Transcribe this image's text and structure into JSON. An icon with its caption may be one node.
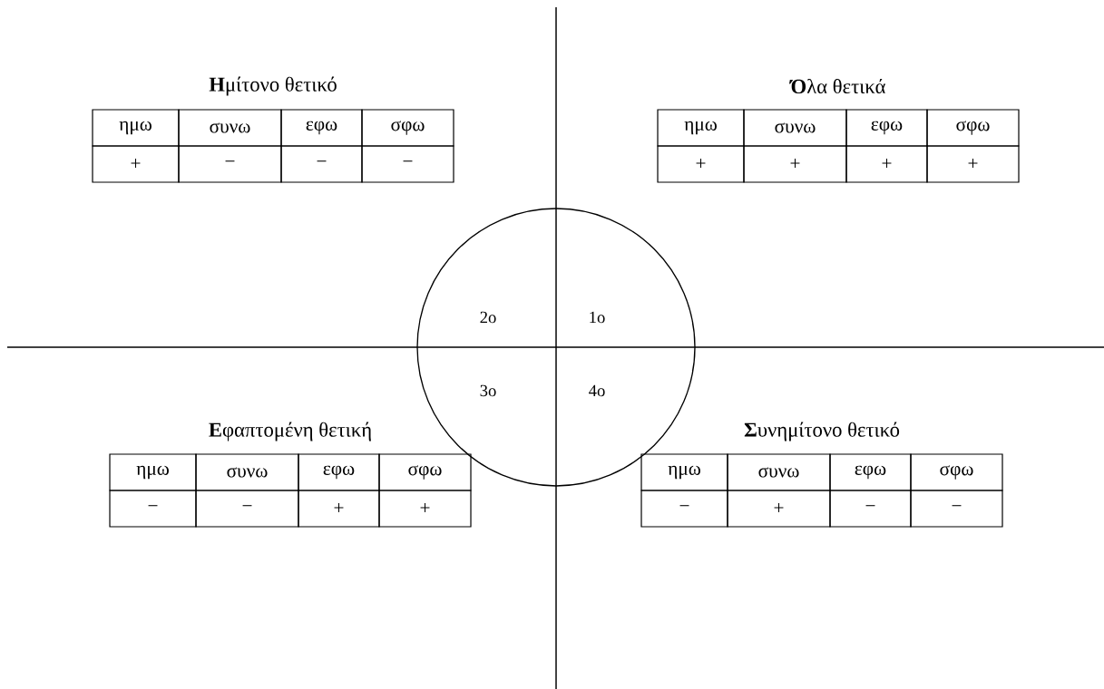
{
  "diagram": {
    "nodes": [
      {
        "text": [
          "2ο",
          "1ο",
          "3ο",
          "4ο"
        ]
      }
    ],
    "labels": [
      "**Η**μίτονο θετικό",
      "ημω",
      "συνω",
      "εφω",
      "σφω",
      "+",
      "−",
      "−",
      "−",
      "**Ό**λα θετικά",
      "ημω",
      "συνω",
      "εφω",
      "σφω",
      "+",
      "+",
      "+",
      "+",
      "**Ε**φαπτομένη θετική",
      "ημω",
      "συνω",
      "εφω",
      "σφω",
      "−",
      "−",
      "+",
      "+",
      "**Σ**υνημίτονο θετικό",
      "ημω",
      "συνω",
      "εφω",
      "σφω",
      "−",
      "+",
      "−",
      "−"
    ]
  }
}
